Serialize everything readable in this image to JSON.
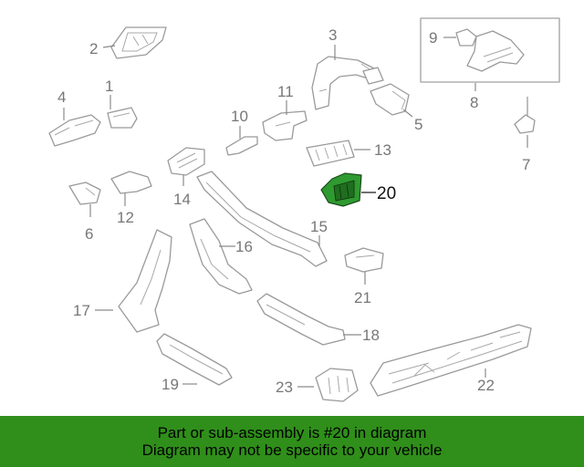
{
  "labels": {
    "p1": "1",
    "p2": "2",
    "p3": "3",
    "p4": "4",
    "p5": "5",
    "p6": "6",
    "p7": "7",
    "p8": "8",
    "p9": "9",
    "p10": "10",
    "p11": "11",
    "p12": "12",
    "p13": "13",
    "p14": "14",
    "p15": "15",
    "p16": "16",
    "p17": "17",
    "p18": "18",
    "p19": "19",
    "p20": "20",
    "p21": "21",
    "p22": "22",
    "p23": "23"
  },
  "highlight": {
    "part": "20",
    "color": "#2f9a2f"
  },
  "banner": {
    "line1": "Part or sub-assembly is #20 in diagram",
    "line2": "Diagram may not be specific to your vehicle",
    "background": "#2f8f1a"
  }
}
